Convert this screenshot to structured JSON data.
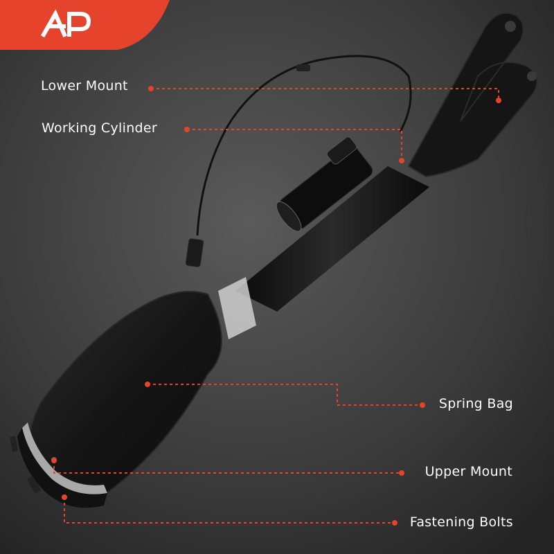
{
  "brand": {
    "logo_text": "A-P",
    "accent_color": "#e5432b"
  },
  "callouts": {
    "lower_mount": "Lower Mount",
    "working_cylinder": "Working Cylinder",
    "spring_bag": "Spring Bag",
    "upper_mount": "Upper Mount",
    "fastening_bolts": "Fastening Bolts"
  },
  "colors": {
    "background": "#3a3a3a",
    "leader_line": "#e5432b",
    "label_text": "#ffffff",
    "part": "#141414"
  }
}
